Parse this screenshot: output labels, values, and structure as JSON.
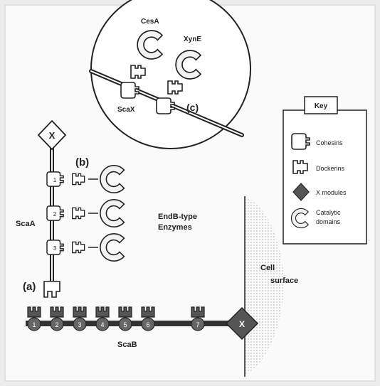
{
  "inset": {
    "cesA_label": "CesA",
    "xynE_label": "XynE",
    "scaX_label": "ScaX",
    "panel_label": "(c)"
  },
  "scaA": {
    "top_module": "X",
    "label": "ScaA",
    "cohesin_numbers": [
      "1",
      "2",
      "3"
    ],
    "panel_label": "(b)",
    "enzymes_label_line1": "EndB-type",
    "enzymes_label_line2": "Enzymes"
  },
  "scaB": {
    "panel_label": "(a)",
    "cohesin_numbers": [
      "1",
      "2",
      "3",
      "4",
      "5",
      "6",
      "7"
    ],
    "terminal_module": "X",
    "label": "ScaB"
  },
  "cell_surface": {
    "line1": "Cell",
    "line2": "surface"
  },
  "key": {
    "title": "Key",
    "items": [
      {
        "icon": "cohesin-icon",
        "label": "Cohesins"
      },
      {
        "icon": "dockerin-icon",
        "label": "Dockerins"
      },
      {
        "icon": "x-module-icon",
        "label": "X modules"
      },
      {
        "icon": "catalytic-domain-icon",
        "label_line1": "Catalytic",
        "label_line2": "domains"
      }
    ]
  }
}
